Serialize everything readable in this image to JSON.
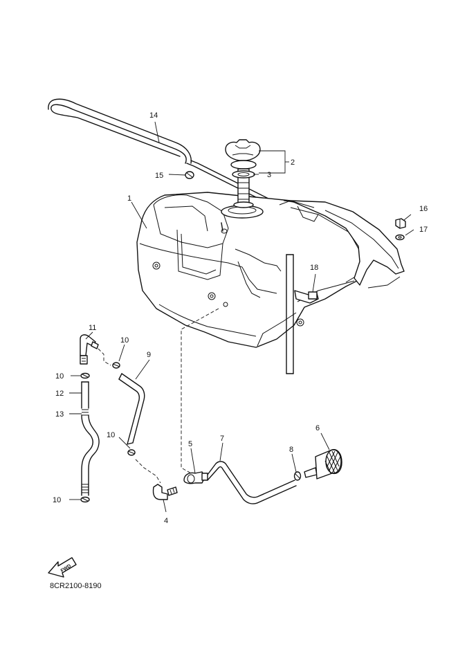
{
  "diagram": {
    "drawing_code": "8CR2100-8190",
    "fwd_label": "FWD",
    "callouts": [
      "1",
      "2",
      "3",
      "4",
      "5",
      "6",
      "7",
      "8",
      "9",
      "10",
      "11",
      "12",
      "13",
      "14",
      "15",
      "16",
      "17",
      "18"
    ]
  }
}
